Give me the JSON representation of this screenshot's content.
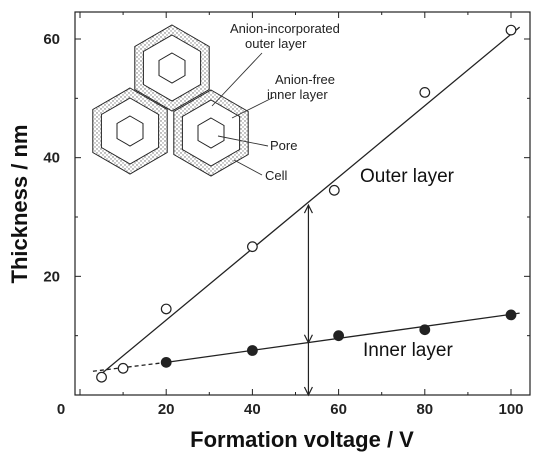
{
  "chart_data": {
    "type": "scatter",
    "xlabel": "Formation voltage / V",
    "ylabel": "Thickness / nm",
    "xlim": [
      0,
      105
    ],
    "ylim": [
      0,
      65
    ],
    "x_ticks": [
      "0",
      "20",
      "40",
      "60",
      "80",
      "100"
    ],
    "y_ticks": [
      "20",
      "40",
      "60"
    ],
    "grid": false,
    "series": [
      {
        "name": "Outer layer",
        "marker": "open-circle",
        "x": [
          5,
          10,
          20,
          40,
          59,
          80,
          100
        ],
        "y": [
          3,
          4.5,
          14.5,
          25,
          34.5,
          51,
          61.5
        ],
        "fit": [
          [
            4,
            3
          ],
          [
            102,
            62
          ]
        ]
      },
      {
        "name": "Inner layer",
        "marker": "filled-circle",
        "x": [
          20,
          40,
          60,
          80,
          100
        ],
        "y": [
          5.5,
          7.5,
          10,
          11,
          13.5
        ],
        "fit": [
          [
            20,
            5.5
          ],
          [
            102,
            13.8
          ]
        ],
        "dashed_fit": [
          [
            3,
            4
          ],
          [
            20,
            5.5
          ]
        ]
      }
    ],
    "annotation": {
      "type": "double-arrow",
      "x": 53,
      "y_from": 0,
      "y_to": 32
    }
  },
  "inset": {
    "labels": {
      "outer": [
        "Anion-incorporated",
        "outer layer"
      ],
      "inner": [
        "Anion-free",
        "inner layer"
      ],
      "pore": "Pore",
      "cell": "Cell"
    }
  }
}
